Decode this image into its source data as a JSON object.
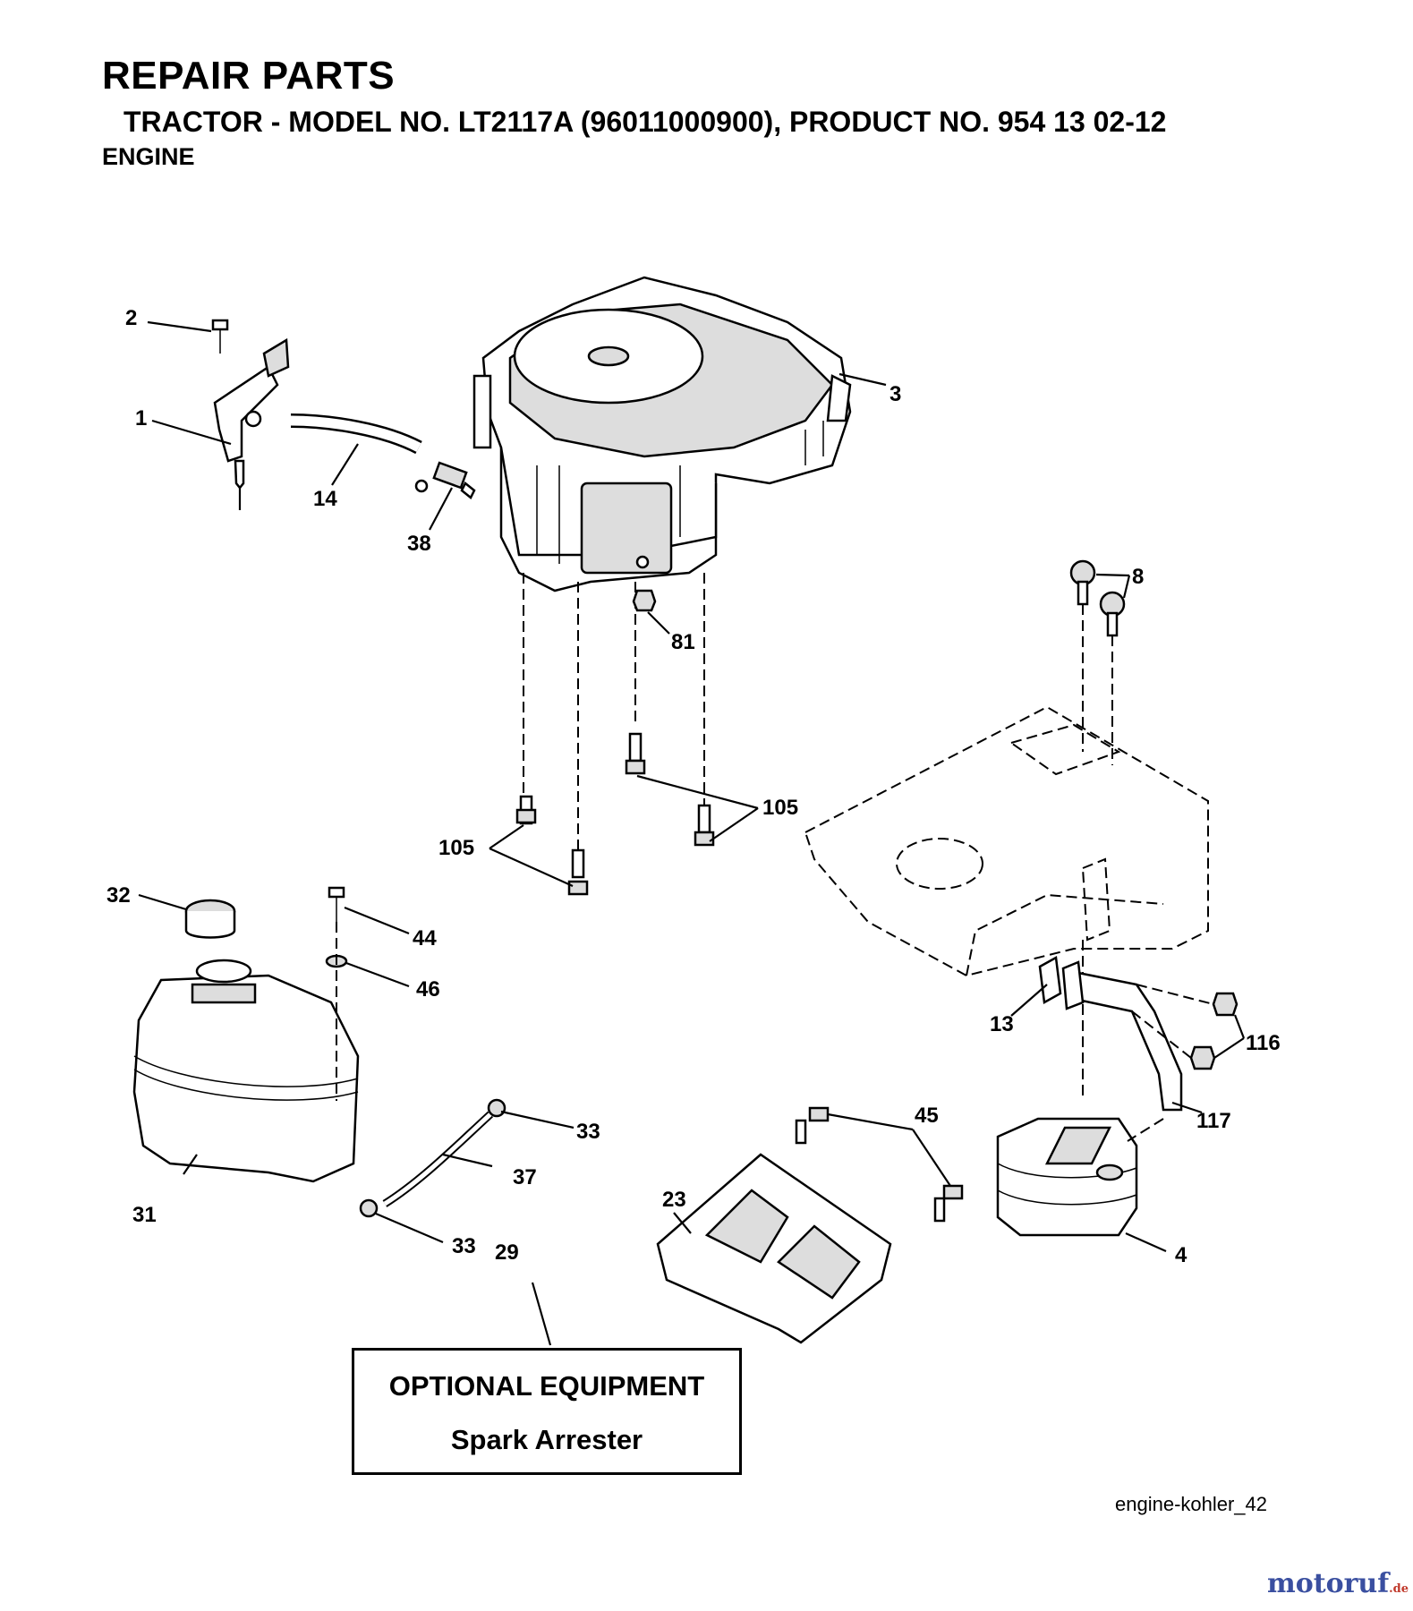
{
  "header": {
    "title": "REPAIR PARTS",
    "subtitle": "TRACTOR - MODEL NO. LT2117A (96011000900),  PRODUCT NO. 954 13 02-12",
    "section": "ENGINE"
  },
  "callouts": {
    "c1": "1",
    "c2": "2",
    "c3": "3",
    "c4": "4",
    "c8": "8",
    "c13": "13",
    "c14": "14",
    "c23": "23",
    "c29": "29",
    "c31": "31",
    "c32": "32",
    "c33a": "33",
    "c33b": "33",
    "c37": "37",
    "c38": "38",
    "c44": "44",
    "c45": "45",
    "c46": "46",
    "c81": "81",
    "c105a": "105",
    "c105b": "105",
    "c116": "116",
    "c117": "117"
  },
  "optional_box": {
    "line1": "OPTIONAL EQUIPMENT",
    "line2": "Spark Arrester"
  },
  "reference_code": "engine-kohler_42",
  "watermark": {
    "name": "motoruf",
    "suffix": ".de"
  }
}
